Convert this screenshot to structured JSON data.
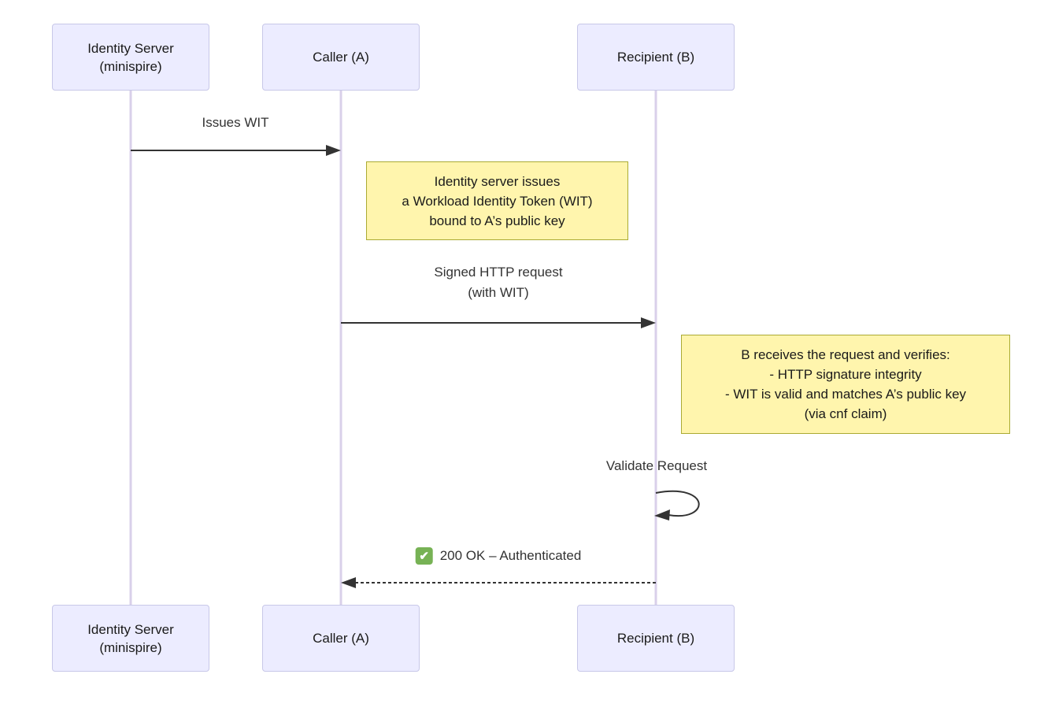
{
  "colors": {
    "actor_fill": "#ECECFF",
    "actor_border": "#c8c8e8",
    "lifeline": "#d9d0ea",
    "note_fill": "#FFF5AD",
    "note_border": "#AAAA33",
    "message_line": "#333333",
    "message_text": "#333333",
    "check_green": "#77B255"
  },
  "actors": {
    "identity_server": "Identity Server\n(minispire)",
    "caller": "Caller (A)",
    "recipient": "Recipient (B)"
  },
  "messages": {
    "issues_wit": "Issues WIT",
    "signed_request": "Signed HTTP request\n(with WIT)",
    "validate_request": "Validate Request",
    "response": "200 OK – Authenticated",
    "response_check_glyph": "✔"
  },
  "notes": {
    "note_a": "Identity server issues\na Workload Identity Token (WIT)\nbound to A’s public key",
    "note_b": "B receives the request and verifies:\n- HTTP signature integrity\n- WIT is valid and matches A’s public key\n(via cnf claim)"
  }
}
